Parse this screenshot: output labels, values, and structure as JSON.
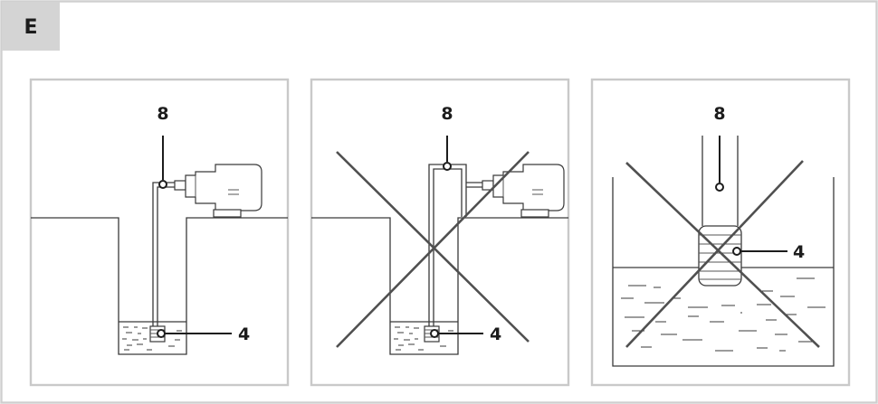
{
  "section": {
    "label": "E"
  },
  "panels": [
    {
      "id": "correct-installation",
      "hose_label": "8",
      "filter_label": "4",
      "crossed_out": false
    },
    {
      "id": "hose-too-long",
      "hose_label": "8",
      "filter_label": "4",
      "crossed_out": true
    },
    {
      "id": "filter-not-submerged",
      "hose_label": "8",
      "filter_label": "4",
      "crossed_out": true
    }
  ],
  "colors": {
    "frame": "#c9c9c9",
    "header_bg": "#d4d4d4",
    "line": "#3a3a3a",
    "cross": "#505050",
    "text": "#1c1c1c"
  }
}
